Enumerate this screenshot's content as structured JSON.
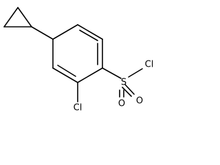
{
  "molecule": {
    "atoms": {
      "chlorine_ring": "Cl",
      "sulfur": "S",
      "chlorine_sulfonyl": "Cl",
      "oxygen_upper": "O",
      "oxygen_lower": "O"
    }
  }
}
